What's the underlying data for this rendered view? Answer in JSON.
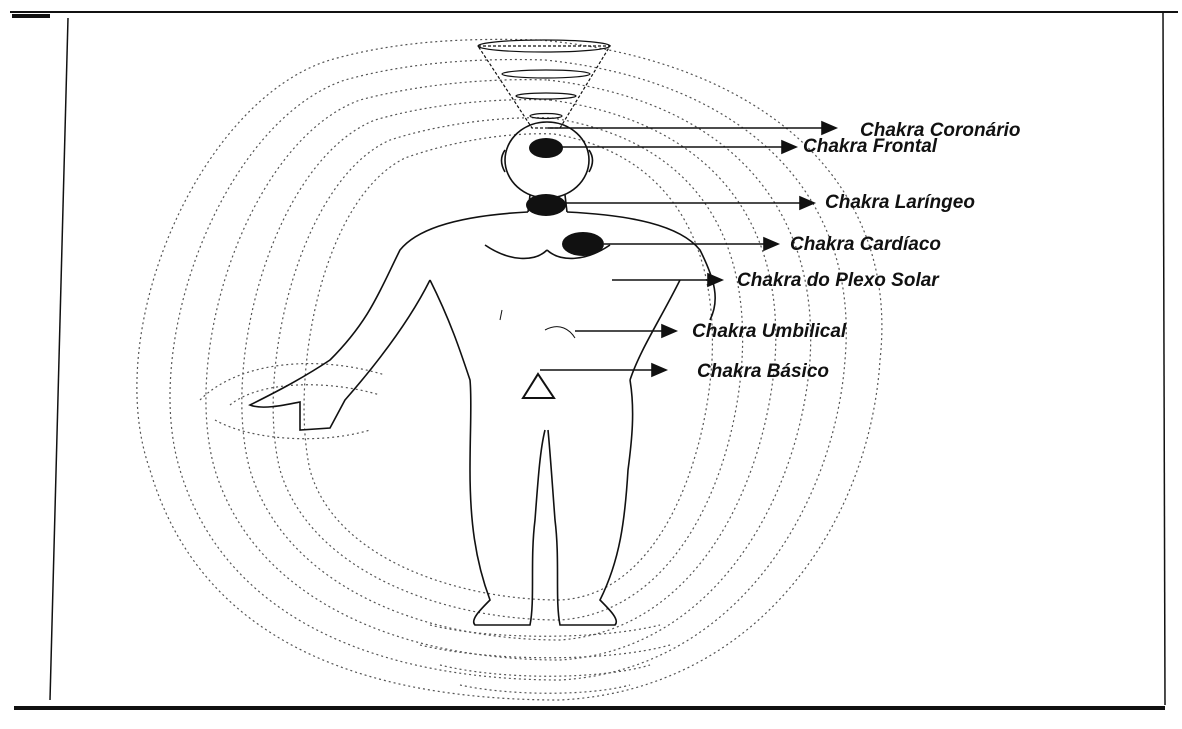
{
  "diagram": {
    "labels": [
      {
        "id": "coronario",
        "text": "Chakra Coronário"
      },
      {
        "id": "frontal",
        "text": "Chakra Frontal"
      },
      {
        "id": "laringeo",
        "text": "Chakra Laríngeo"
      },
      {
        "id": "cardiaco",
        "text": "Chakra Cardíaco"
      },
      {
        "id": "plexo-solar",
        "text": "Chakra do Plexo Solar"
      },
      {
        "id": "umbilical",
        "text": "Chakra Umbilical"
      },
      {
        "id": "basico",
        "text": "Chakra Básico"
      }
    ]
  },
  "colors": {
    "ink": "#111111",
    "aura": "#555555",
    "background": "#ffffff"
  }
}
